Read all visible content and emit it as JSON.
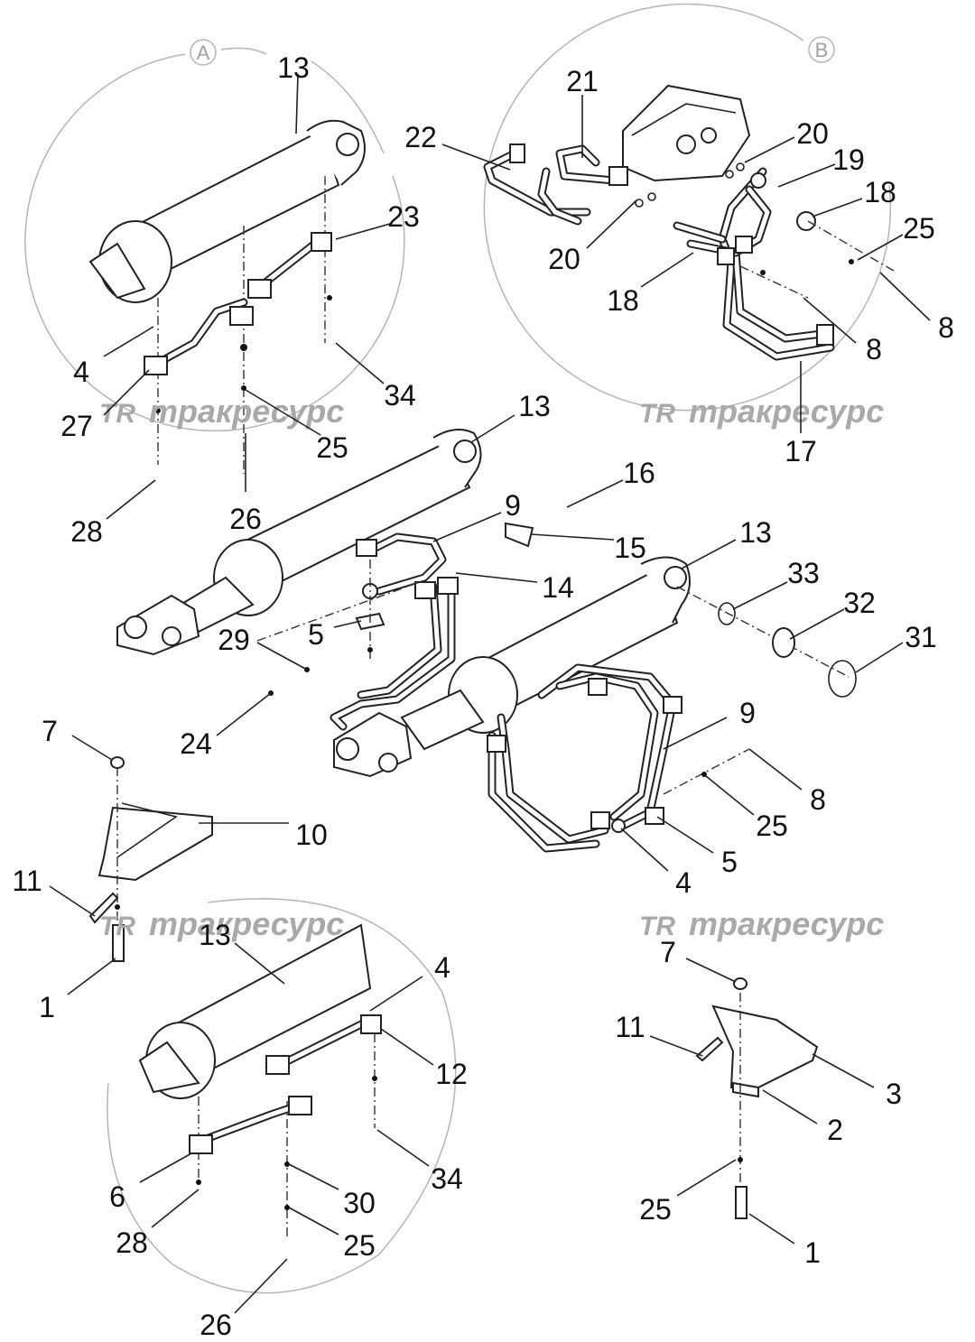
{
  "detail_circles": [
    "A",
    "B"
  ],
  "watermark": {
    "logo": "TR",
    "text": "тракресурс"
  },
  "callouts": [
    {
      "id": "c13a",
      "text": "13"
    },
    {
      "id": "c23a",
      "text": "23"
    },
    {
      "id": "c4a",
      "text": "4"
    },
    {
      "id": "c27",
      "text": "27"
    },
    {
      "id": "c34a",
      "text": "34"
    },
    {
      "id": "c25a",
      "text": "25"
    },
    {
      "id": "c28a",
      "text": "28"
    },
    {
      "id": "c26a",
      "text": "26"
    },
    {
      "id": "c21",
      "text": "21"
    },
    {
      "id": "c22",
      "text": "22"
    },
    {
      "id": "c20a",
      "text": "20"
    },
    {
      "id": "c19",
      "text": "19"
    },
    {
      "id": "c18a",
      "text": "18"
    },
    {
      "id": "c25b",
      "text": "25"
    },
    {
      "id": "c20b",
      "text": "20"
    },
    {
      "id": "c18b",
      "text": "18"
    },
    {
      "id": "c8a",
      "text": "8"
    },
    {
      "id": "c8b",
      "text": "8"
    },
    {
      "id": "c17",
      "text": "17"
    },
    {
      "id": "c13b",
      "text": "13"
    },
    {
      "id": "c16",
      "text": "16"
    },
    {
      "id": "c9a",
      "text": "9"
    },
    {
      "id": "c15",
      "text": "15"
    },
    {
      "id": "c13c",
      "text": "13"
    },
    {
      "id": "c14",
      "text": "14"
    },
    {
      "id": "c33",
      "text": "33"
    },
    {
      "id": "c32",
      "text": "32"
    },
    {
      "id": "c31",
      "text": "31"
    },
    {
      "id": "c29",
      "text": "29"
    },
    {
      "id": "c5a",
      "text": "5"
    },
    {
      "id": "c24",
      "text": "24"
    },
    {
      "id": "c7a",
      "text": "7"
    },
    {
      "id": "c9b",
      "text": "9"
    },
    {
      "id": "c8c",
      "text": "8"
    },
    {
      "id": "c25c",
      "text": "25"
    },
    {
      "id": "c10",
      "text": "10"
    },
    {
      "id": "c5b",
      "text": "5"
    },
    {
      "id": "c4b",
      "text": "4"
    },
    {
      "id": "c11a",
      "text": "11"
    },
    {
      "id": "c1a",
      "text": "1"
    },
    {
      "id": "c13d",
      "text": "13"
    },
    {
      "id": "c4c",
      "text": "4"
    },
    {
      "id": "c12",
      "text": "12"
    },
    {
      "id": "c7b",
      "text": "7"
    },
    {
      "id": "c11b",
      "text": "11"
    },
    {
      "id": "c3",
      "text": "3"
    },
    {
      "id": "c2",
      "text": "2"
    },
    {
      "id": "c6",
      "text": "6"
    },
    {
      "id": "c34b",
      "text": "34"
    },
    {
      "id": "c30",
      "text": "30"
    },
    {
      "id": "c28b",
      "text": "28"
    },
    {
      "id": "c25d",
      "text": "25"
    },
    {
      "id": "c25e",
      "text": "25"
    },
    {
      "id": "c1b",
      "text": "1"
    },
    {
      "id": "c26b",
      "text": "26"
    }
  ]
}
